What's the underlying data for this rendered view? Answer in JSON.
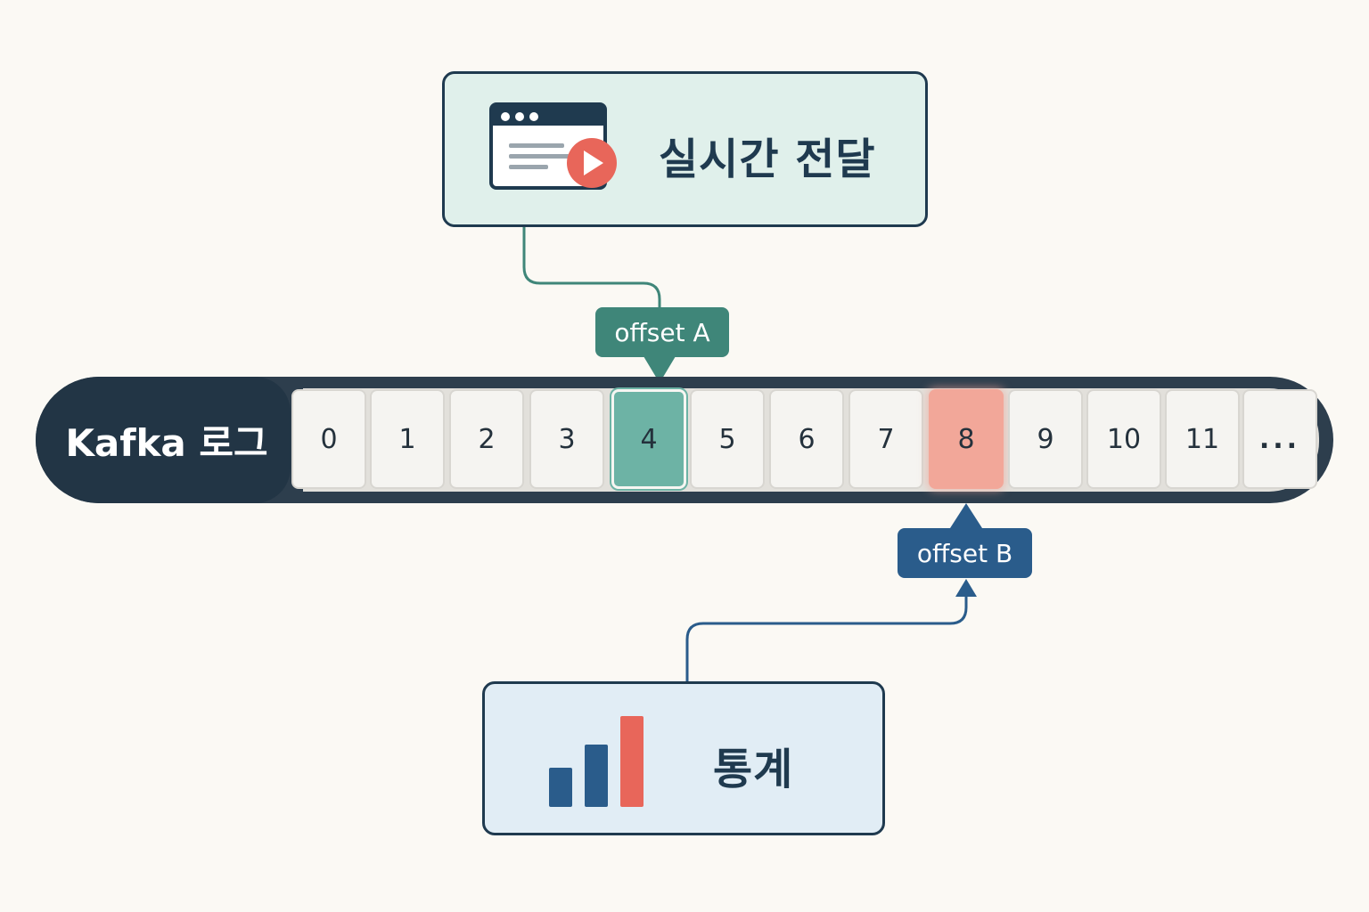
{
  "realtime_box": {
    "title": "실시간 전달",
    "icon": "browser-play-icon"
  },
  "stats_box": {
    "title": "통계",
    "icon": "bar-chart-icon"
  },
  "log": {
    "label": "Kafka 로그",
    "cells": [
      "0",
      "1",
      "2",
      "3",
      "4",
      "5",
      "6",
      "7",
      "8",
      "9",
      "10",
      "11",
      "..."
    ]
  },
  "offset_a": {
    "label": "offset A",
    "points_to": "4"
  },
  "offset_b": {
    "label": "offset B",
    "points_to": "8"
  },
  "colors": {
    "realtime_accent": "#3f8679",
    "stats_accent": "#2a5c8b",
    "highlight_a": "#6db3a5",
    "highlight_b": "#f2a799",
    "play_button": "#e8665a",
    "dark": "#1f3a4f"
  }
}
